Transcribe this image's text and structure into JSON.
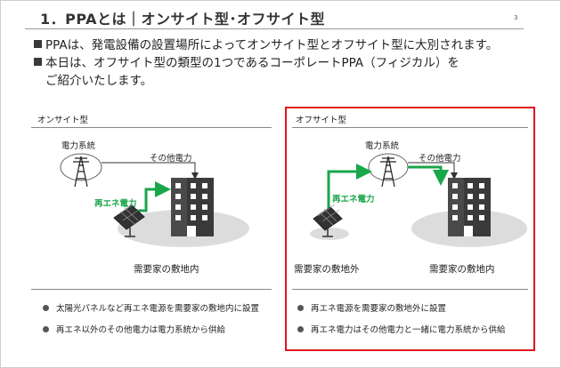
{
  "slide": {
    "title": "1．PPAとは｜オンサイト型･オフサイト型",
    "page_number": "3",
    "bullets": [
      "PPAは、発電設備の設置場所によってオンサイト型とオフサイト型に大別されます。",
      "本日は、オフサイト型の類型の1つであるコーポレートPPA（フィジカル）を",
      "ご紹介いたします。"
    ]
  },
  "onsite": {
    "heading": "オンサイト型",
    "grid_label": "電力系統",
    "other_power_label": "その他電力",
    "renewable_label": "再エネ電力",
    "site_label": "需要家の敷地内",
    "notes": [
      "太陽光パネルなど再エネ電源を需要家の敷地内に設置",
      "再エネ以外のその他電力は電力系統から供給"
    ]
  },
  "offsite": {
    "heading": "オフサイト型",
    "grid_label": "電力系統",
    "other_power_label": "その他電力",
    "renewable_label": "再エネ電力",
    "remote_site_label": "需要家の敷地外",
    "site_label": "需要家の敷地内",
    "notes": [
      "再エネ電源を需要家の敷地外に設置",
      "再エネ電力はその他電力と一緒に電力系統から供給"
    ]
  },
  "colors": {
    "accent_green": "#1aa64b",
    "highlight_red": "#e0141e",
    "building": "#3a3a3a",
    "ground": "#dcdcdc"
  }
}
